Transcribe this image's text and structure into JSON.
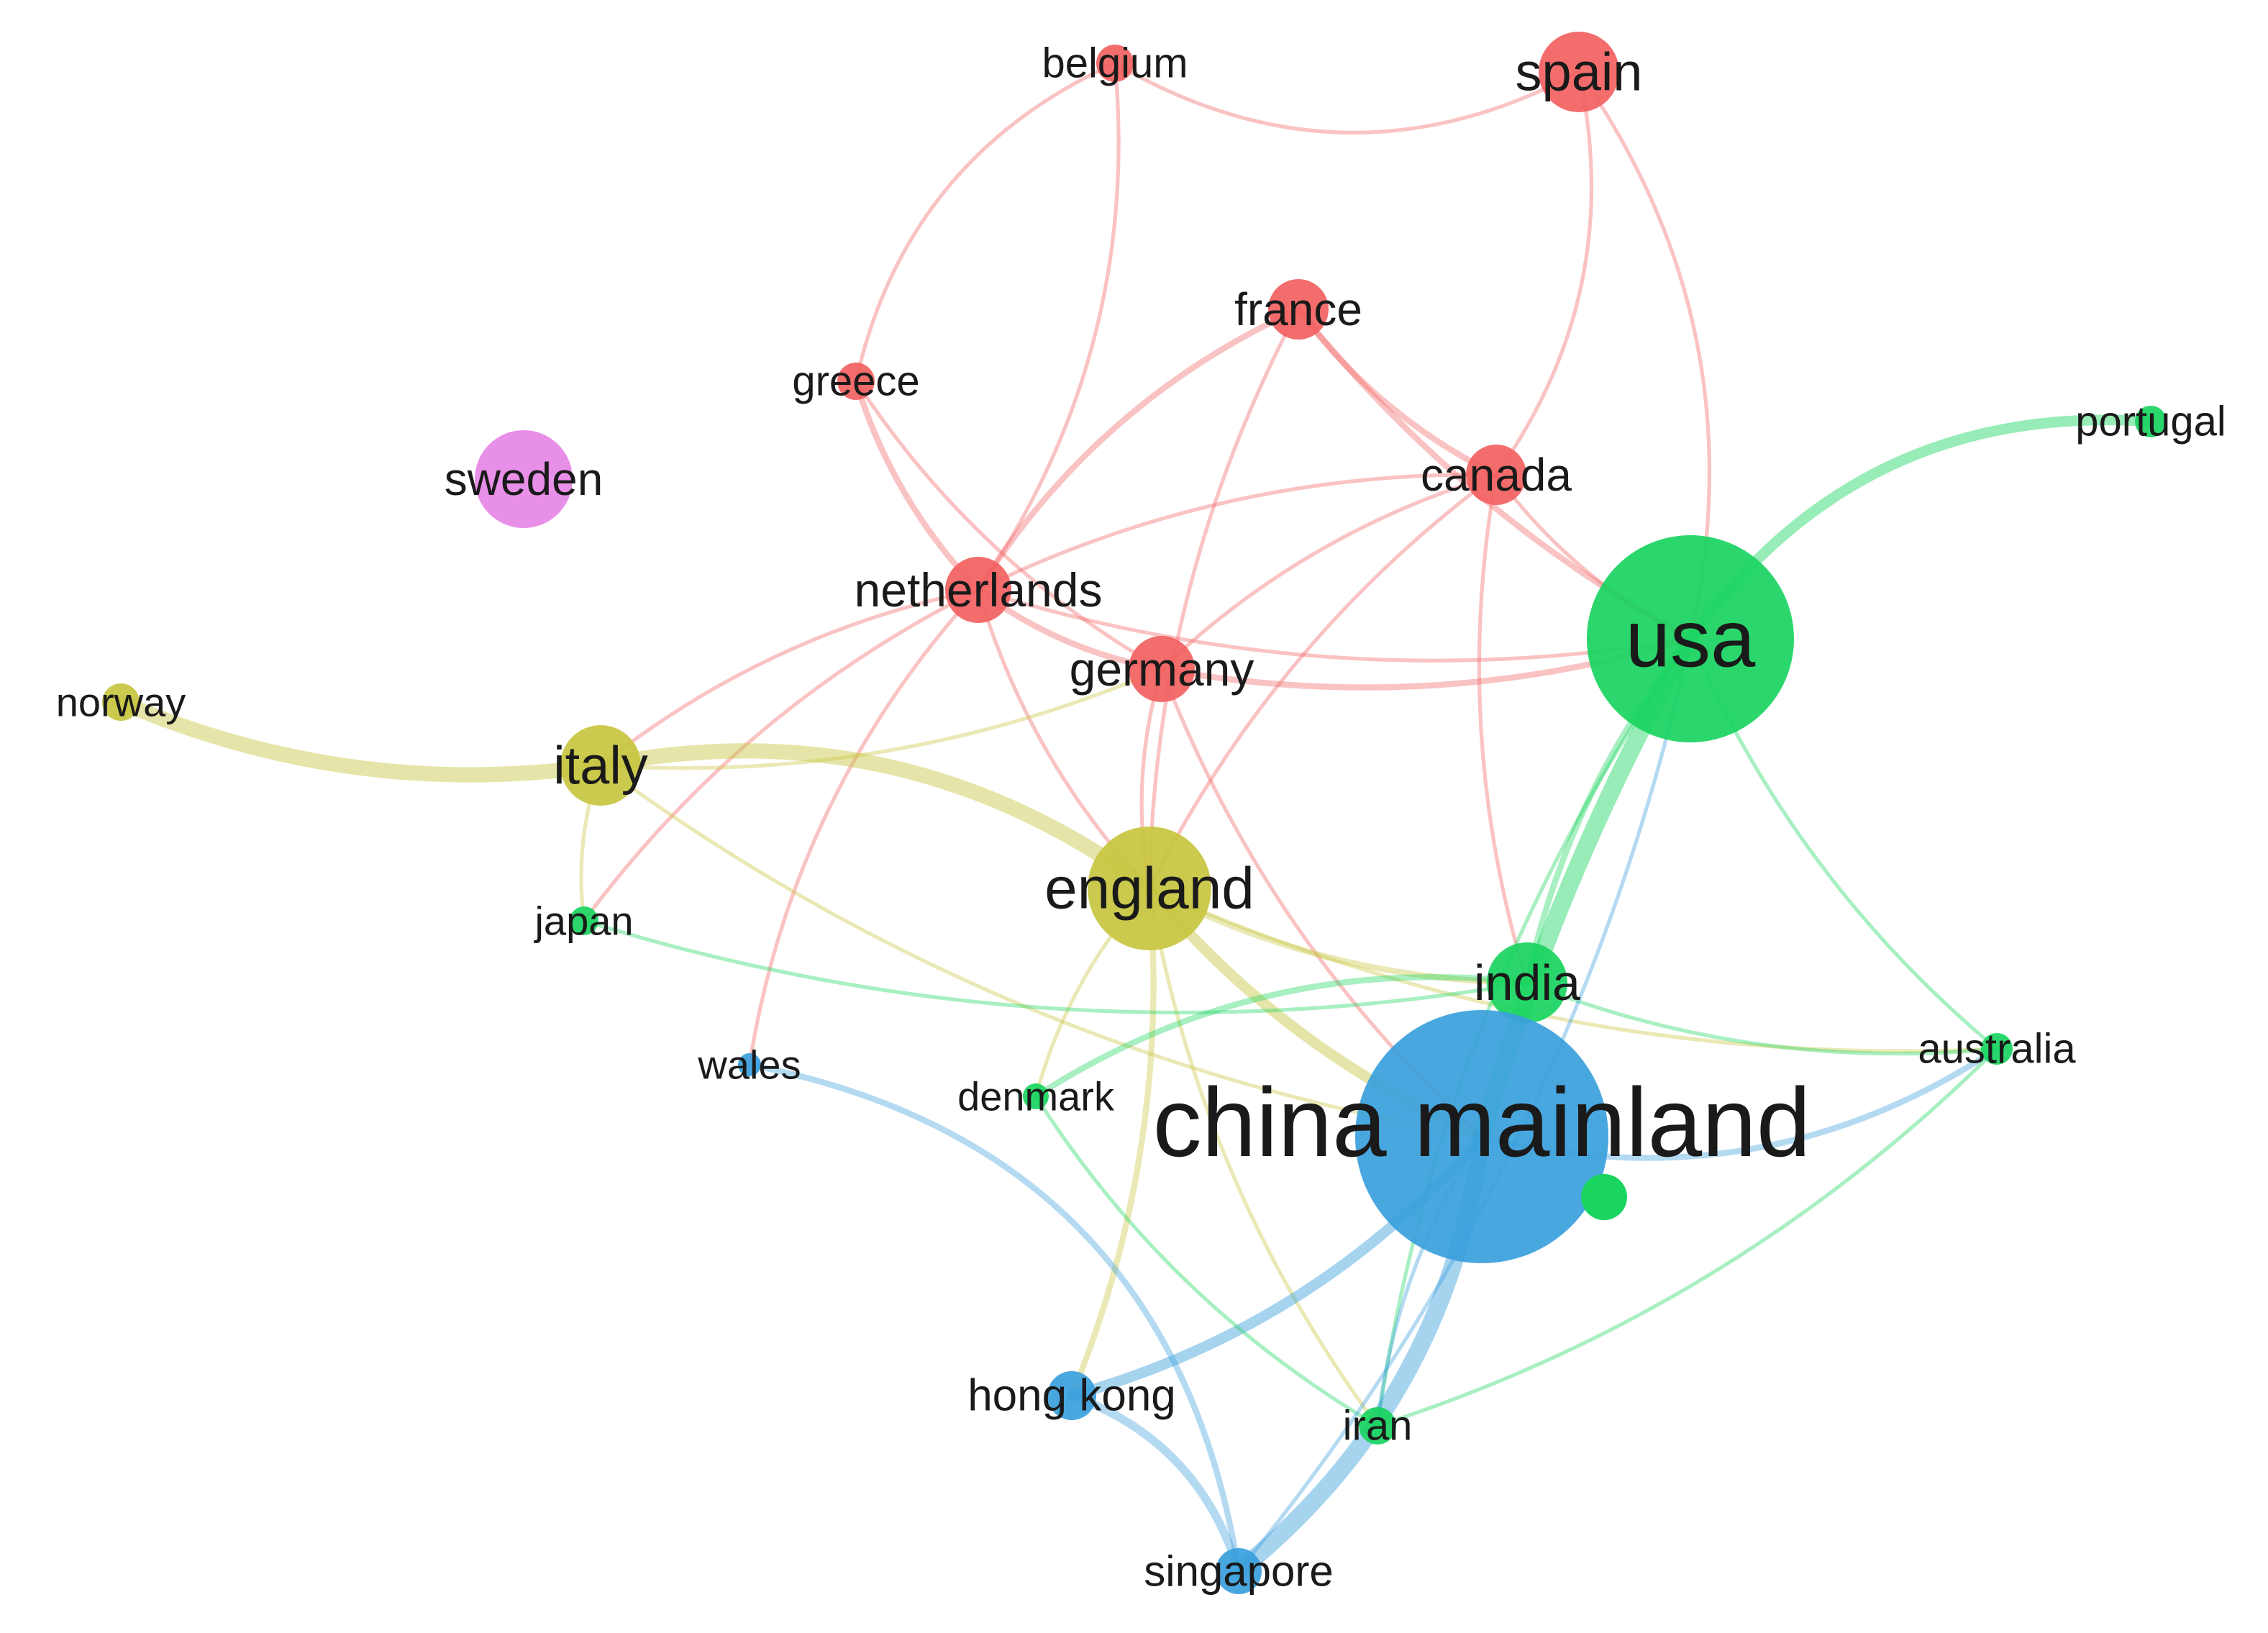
{
  "cluster_colors": {
    "red": "#f26161",
    "green": "#19d45f",
    "blue": "#3a9fdc",
    "yellow": "#c7c540",
    "purple": "#e685e6"
  },
  "nodes": [
    {
      "id": "belgium",
      "label": "belgium",
      "cluster": "red",
      "weight": 2
    },
    {
      "id": "spain",
      "label": "spain",
      "cluster": "red",
      "weight": 4
    },
    {
      "id": "france",
      "label": "france",
      "cluster": "red",
      "weight": 3
    },
    {
      "id": "greece",
      "label": "greece",
      "cluster": "red",
      "weight": 2
    },
    {
      "id": "canada",
      "label": "canada",
      "cluster": "red",
      "weight": 3
    },
    {
      "id": "netherlands",
      "label": "netherlands",
      "cluster": "red",
      "weight": 3
    },
    {
      "id": "germany",
      "label": "germany",
      "cluster": "red",
      "weight": 3
    },
    {
      "id": "sweden",
      "label": "sweden",
      "cluster": "purple",
      "weight": 4
    },
    {
      "id": "portugal",
      "label": "portugal",
      "cluster": "green",
      "weight": 2
    },
    {
      "id": "usa",
      "label": "usa",
      "cluster": "green",
      "weight": 10
    },
    {
      "id": "norway",
      "label": "norway",
      "cluster": "yellow",
      "weight": 2
    },
    {
      "id": "italy",
      "label": "italy",
      "cluster": "yellow",
      "weight": 4
    },
    {
      "id": "england",
      "label": "england",
      "cluster": "yellow",
      "weight": 6
    },
    {
      "id": "japan",
      "label": "japan",
      "cluster": "green",
      "weight": 1
    },
    {
      "id": "india",
      "label": "india",
      "cluster": "green",
      "weight": 4
    },
    {
      "id": "australia",
      "label": "australia",
      "cluster": "green",
      "weight": 2
    },
    {
      "id": "wales",
      "label": "wales",
      "cluster": "blue",
      "weight": 1
    },
    {
      "id": "denmark",
      "label": "denmark",
      "cluster": "green",
      "weight": 1
    },
    {
      "id": "china",
      "label": "china mainland",
      "cluster": "blue",
      "weight": 12
    },
    {
      "id": "hongkong",
      "label": "hong kong",
      "cluster": "blue",
      "weight": 2
    },
    {
      "id": "iran",
      "label": "iran",
      "cluster": "green",
      "weight": 2
    },
    {
      "id": "singapore",
      "label": "singapore",
      "cluster": "blue",
      "weight": 2
    }
  ],
  "links": [
    {
      "source": "belgium",
      "target": "spain",
      "strength": 1
    },
    {
      "source": "belgium",
      "target": "greece",
      "strength": 1
    },
    {
      "source": "belgium",
      "target": "netherlands",
      "strength": 1
    },
    {
      "source": "spain",
      "target": "canada",
      "strength": 1
    },
    {
      "source": "spain",
      "target": "usa",
      "strength": 1
    },
    {
      "source": "france",
      "target": "canada",
      "strength": 2
    },
    {
      "source": "france",
      "target": "netherlands",
      "strength": 2
    },
    {
      "source": "france",
      "target": "usa",
      "strength": 2
    },
    {
      "source": "france",
      "target": "england",
      "strength": 1
    },
    {
      "source": "greece",
      "target": "netherlands",
      "strength": 2
    },
    {
      "source": "greece",
      "target": "germany",
      "strength": 1
    },
    {
      "source": "canada",
      "target": "netherlands",
      "strength": 1
    },
    {
      "source": "canada",
      "target": "germany",
      "strength": 1
    },
    {
      "source": "canada",
      "target": "usa",
      "strength": 1
    },
    {
      "source": "canada",
      "target": "england",
      "strength": 1
    },
    {
      "source": "canada",
      "target": "india",
      "strength": 1
    },
    {
      "source": "netherlands",
      "target": "germany",
      "strength": 2
    },
    {
      "source": "netherlands",
      "target": "usa",
      "strength": 1
    },
    {
      "source": "netherlands",
      "target": "italy",
      "strength": 1
    },
    {
      "source": "netherlands",
      "target": "england",
      "strength": 1
    },
    {
      "source": "netherlands",
      "target": "japan",
      "strength": 1
    },
    {
      "source": "netherlands",
      "target": "wales",
      "strength": 1
    },
    {
      "source": "germany",
      "target": "usa",
      "strength": 2
    },
    {
      "source": "germany",
      "target": "england",
      "strength": 1
    },
    {
      "source": "germany",
      "target": "china",
      "strength": 1
    },
    {
      "source": "norway",
      "target": "italy",
      "strength": 6
    },
    {
      "source": "italy",
      "target": "england",
      "strength": 6
    },
    {
      "source": "italy",
      "target": "japan",
      "strength": 1
    },
    {
      "source": "italy",
      "target": "china",
      "strength": 1
    },
    {
      "source": "italy",
      "target": "germany",
      "strength": 1
    },
    {
      "source": "england",
      "target": "china",
      "strength": 4
    },
    {
      "source": "england",
      "target": "india",
      "strength": 2
    },
    {
      "source": "england",
      "target": "denmark",
      "strength": 1
    },
    {
      "source": "england",
      "target": "hongkong",
      "strength": 2
    },
    {
      "source": "england",
      "target": "iran",
      "strength": 1
    },
    {
      "source": "england",
      "target": "australia",
      "strength": 1
    },
    {
      "source": "japan",
      "target": "india",
      "strength": 1
    },
    {
      "source": "usa",
      "target": "portugal",
      "strength": 4
    },
    {
      "source": "usa",
      "target": "china",
      "strength": 7
    },
    {
      "source": "usa",
      "target": "india",
      "strength": 2
    },
    {
      "source": "usa",
      "target": "australia",
      "strength": 1
    },
    {
      "source": "usa",
      "target": "iran",
      "strength": 1
    },
    {
      "source": "india",
      "target": "australia",
      "strength": 1
    },
    {
      "source": "india",
      "target": "denmark",
      "strength": 2
    },
    {
      "source": "china",
      "target": "australia",
      "strength": 2
    },
    {
      "source": "china",
      "target": "hongkong",
      "strength": 4
    },
    {
      "source": "china",
      "target": "singapore",
      "strength": 7
    },
    {
      "source": "china",
      "target": "iran",
      "strength": 1
    },
    {
      "source": "wales",
      "target": "singapore",
      "strength": 2
    },
    {
      "source": "hongkong",
      "target": "singapore",
      "strength": 3
    },
    {
      "source": "denmark",
      "target": "iran",
      "strength": 1
    },
    {
      "source": "iran",
      "target": "australia",
      "strength": 1
    },
    {
      "source": "singapore",
      "target": "usa",
      "strength": 1
    }
  ]
}
